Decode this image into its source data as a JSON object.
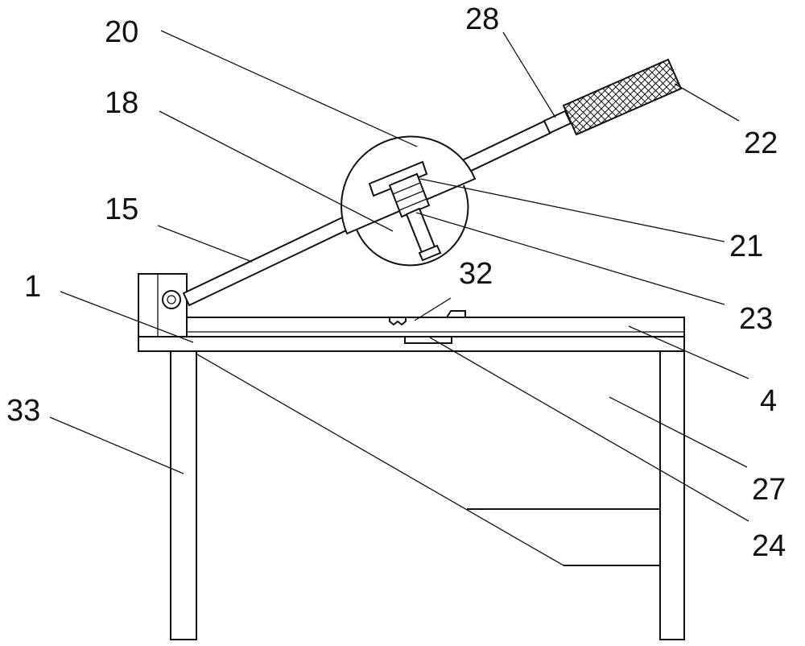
{
  "labels": {
    "l1": "1",
    "l4": "4",
    "l15": "15",
    "l18": "18",
    "l20": "20",
    "l21": "21",
    "l22": "22",
    "l23": "23",
    "l24": "24",
    "l27": "27",
    "l28": "28",
    "l32": "32",
    "l33": "33"
  }
}
